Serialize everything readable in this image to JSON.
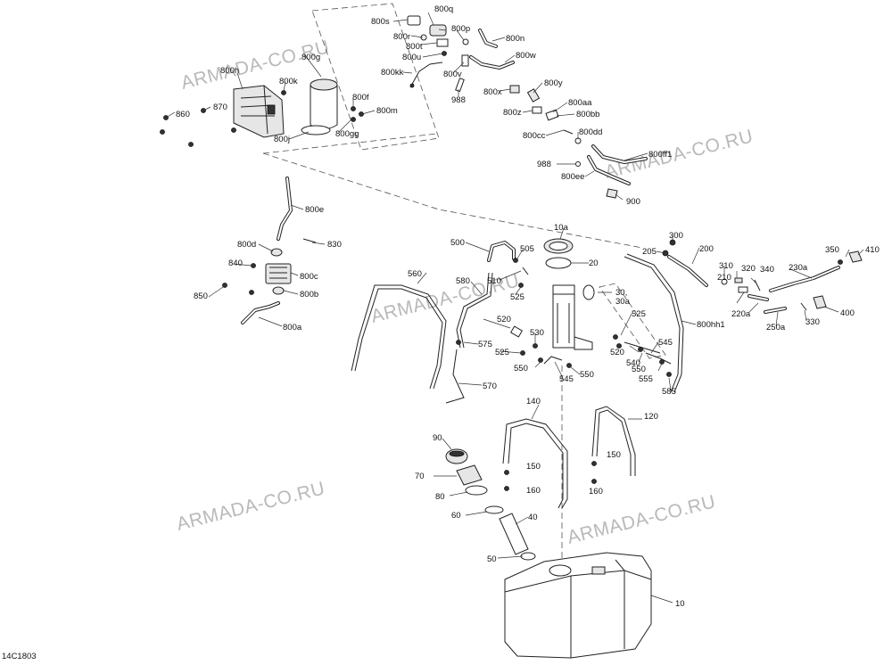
{
  "drawing_ref": "14C1803",
  "watermark": "ARMADA-CO.RU",
  "labels": {
    "p800s": "800s",
    "p800q": "800q",
    "p800r": "800r",
    "p800p": "800p",
    "p800n": "800n",
    "p800t": "800t",
    "p800u": "800u",
    "p800w": "800w",
    "p800kk": "800kk",
    "p800v": "800v",
    "p988a": "988",
    "p800x": "800x",
    "p800y": "800y",
    "p800g": "800g",
    "p800h": "800h",
    "p800k": "800k",
    "p800f": "800f",
    "p800m": "800m",
    "p870": "870",
    "p860": "860",
    "p800gg": "800gg",
    "p800j": "800j",
    "p800aa": "800aa",
    "p800z": "800z",
    "p800bb": "800bb",
    "p800cc": "800cc",
    "p800dd": "800dd",
    "p800ff1": "800ff1",
    "p988b": "988",
    "p800ee": "800ee",
    "p900": "900",
    "p800e": "800e",
    "p800d": "800d",
    "p830": "830",
    "p840": "840",
    "p800c": "800c",
    "p850": "850",
    "p800b": "800b",
    "p800a": "800a",
    "p10a": "10a",
    "p500": "500",
    "p505": "505",
    "p20": "20",
    "p510": "510",
    "p525a": "525",
    "p560": "560",
    "p580": "580",
    "p30": "30,",
    "p30a": "30a",
    "p520a": "520",
    "p530": "530",
    "p575": "575",
    "p525b": "525",
    "p550a": "550",
    "p545a": "545",
    "p550b": "550",
    "p570": "570",
    "p525c": "525",
    "p520b": "520",
    "p540": "540",
    "p550c": "550",
    "p545b": "545",
    "p555": "555",
    "p585": "585",
    "p800hh1": "800hh1",
    "p300": "300",
    "p205": "205",
    "p200": "200",
    "p310": "310",
    "p320": "320",
    "p340": "340",
    "p210": "210",
    "p230a": "230a",
    "p350": "350",
    "p410": "410",
    "p220a": "220a",
    "p250a": "250a",
    "p330": "330",
    "p400": "400",
    "p140": "140",
    "p120": "120",
    "p90": "90",
    "p150a": "150",
    "p150b": "150",
    "p70": "70",
    "p160a": "160",
    "p160b": "160",
    "p80": "80",
    "p60": "60",
    "p40": "40",
    "p50": "50",
    "p10": "10"
  }
}
